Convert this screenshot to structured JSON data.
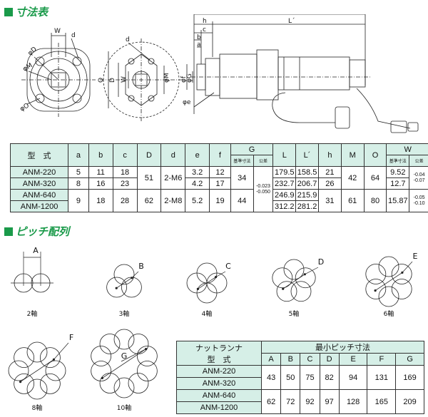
{
  "sections": {
    "dimensions_title": "寸法表",
    "pitch_title": "ピッチ配列"
  },
  "drawing_labels": {
    "front1": {
      "W": "W",
      "d": "d",
      "phiD": "φD",
      "phiM": "φM",
      "phiO": "φO"
    },
    "front2": {
      "d": "d",
      "O": "O",
      "D": "D",
      "W": "W",
      "phiM": "φM"
    },
    "side": {
      "L": "L",
      "Lp": "L´",
      "h": "h",
      "c": "c",
      "b": "b",
      "a": "a",
      "phiG": "φG",
      "phif": "φf",
      "phie": "φe"
    }
  },
  "dim_table": {
    "headers": [
      "型　式",
      "a",
      "b",
      "c",
      "D",
      "d",
      "e",
      "f",
      "G",
      "L",
      "L´",
      "h",
      "M",
      "O",
      "W"
    ],
    "g_sub": [
      "基準寸法",
      "公差"
    ],
    "w_sub": [
      "基準寸法",
      "公差"
    ],
    "rows": [
      {
        "model": "ANM-220",
        "a": "5",
        "b": "11",
        "c": "18",
        "e": "3.2",
        "f": "12",
        "L": "179.5",
        "Lp": "158.5",
        "h": "21",
        "W": "9.52"
      },
      {
        "model": "ANM-320",
        "a": "8",
        "b": "16",
        "c": "23",
        "e": "4.2",
        "f": "17",
        "L": "232.7",
        "Lp": "206.7",
        "h": "26",
        "W": "12.7"
      },
      {
        "model": "ANM-640",
        "L": "246.9",
        "Lp": "215.9"
      },
      {
        "model": "ANM-1200",
        "L": "312.2",
        "Lp": "281.2"
      }
    ],
    "group1": {
      "D": "51",
      "d": "2-M6",
      "G": "34",
      "M": "42",
      "O": "64",
      "W_tol_1": "-0.04",
      "W_tol_2": "-0.07"
    },
    "group2": {
      "a": "9",
      "b": "18",
      "c": "28",
      "D": "62",
      "d": "2-M8",
      "e": "5.2",
      "f": "19",
      "G": "44",
      "h": "31",
      "M": "61",
      "O": "80",
      "W": "15.87",
      "W_tol_1": "-0.05",
      "W_tol_2": "-0.10"
    },
    "G_tol_1": "-0.023",
    "G_tol_2": "-0.050"
  },
  "pitch_diagrams": [
    {
      "label": "2軸",
      "dim": "A"
    },
    {
      "label": "3軸",
      "dim": "B"
    },
    {
      "label": "4軸",
      "dim": "C"
    },
    {
      "label": "5軸",
      "dim": "D"
    },
    {
      "label": "6軸",
      "dim": "E"
    },
    {
      "label": "8軸",
      "dim": "F"
    },
    {
      "label": "10軸",
      "dim": "G"
    }
  ],
  "pitch_table": {
    "header_model_1": "ナットランナ",
    "header_model_2": "型　式",
    "header_group": "最小ピッチ寸法",
    "cols": [
      "A",
      "B",
      "C",
      "D",
      "E",
      "F",
      "G"
    ],
    "models": [
      "ANM-220",
      "ANM-320",
      "ANM-640",
      "ANM-1200"
    ],
    "group1_values": [
      "43",
      "50",
      "75",
      "82",
      "94",
      "131",
      "169"
    ],
    "group2_values": [
      "62",
      "72",
      "92",
      "97",
      "128",
      "165",
      "209"
    ]
  },
  "colors": {
    "accent": "#1a9a4a",
    "header_bg": "#d6efe7"
  }
}
